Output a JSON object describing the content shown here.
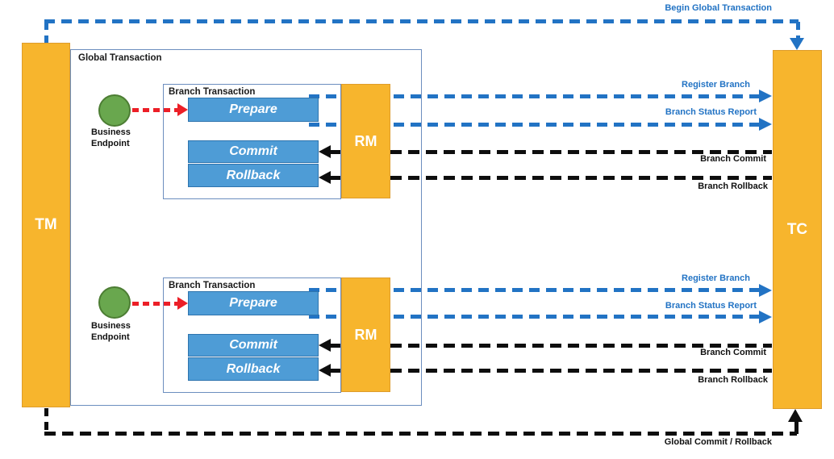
{
  "colors": {
    "flow_blue": "#2273C4",
    "flow_black": "#0e0e0e",
    "flow_red": "#EC1F27",
    "node_orange": "#F7B52D",
    "node_orange_border": "#DE9C2B",
    "process_blue": "#4E9CD6",
    "process_blue_border": "#2E74AE",
    "box_border": "#6C8EBF",
    "endpoint_green": "#69A74E",
    "endpoint_green_border": "#4C7D33"
  },
  "nodes": {
    "tm": "TM",
    "tc": "TC",
    "global_transaction": "Global Transaction"
  },
  "flows": {
    "begin_global": "Begin Global Transaction",
    "global_commit_rollback": "Global Commit / Rollback"
  },
  "branches": [
    {
      "title": "Branch Transaction",
      "endpoint": "Business Endpoint",
      "prepare": "Prepare",
      "commit": "Commit",
      "rollback": "Rollback",
      "rm": "RM",
      "register_branch": "Register Branch",
      "status_report": "Branch Status Report",
      "branch_commit": "Branch Commit",
      "branch_rollback": "Branch Rollback"
    },
    {
      "title": "Branch Transaction",
      "endpoint": "Business Endpoint",
      "prepare": "Prepare",
      "commit": "Commit",
      "rollback": "Rollback",
      "rm": "RM",
      "register_branch": "Register Branch",
      "status_report": "Branch Status Report",
      "branch_commit": "Branch Commit",
      "branch_rollback": "Branch Rollback"
    }
  ]
}
